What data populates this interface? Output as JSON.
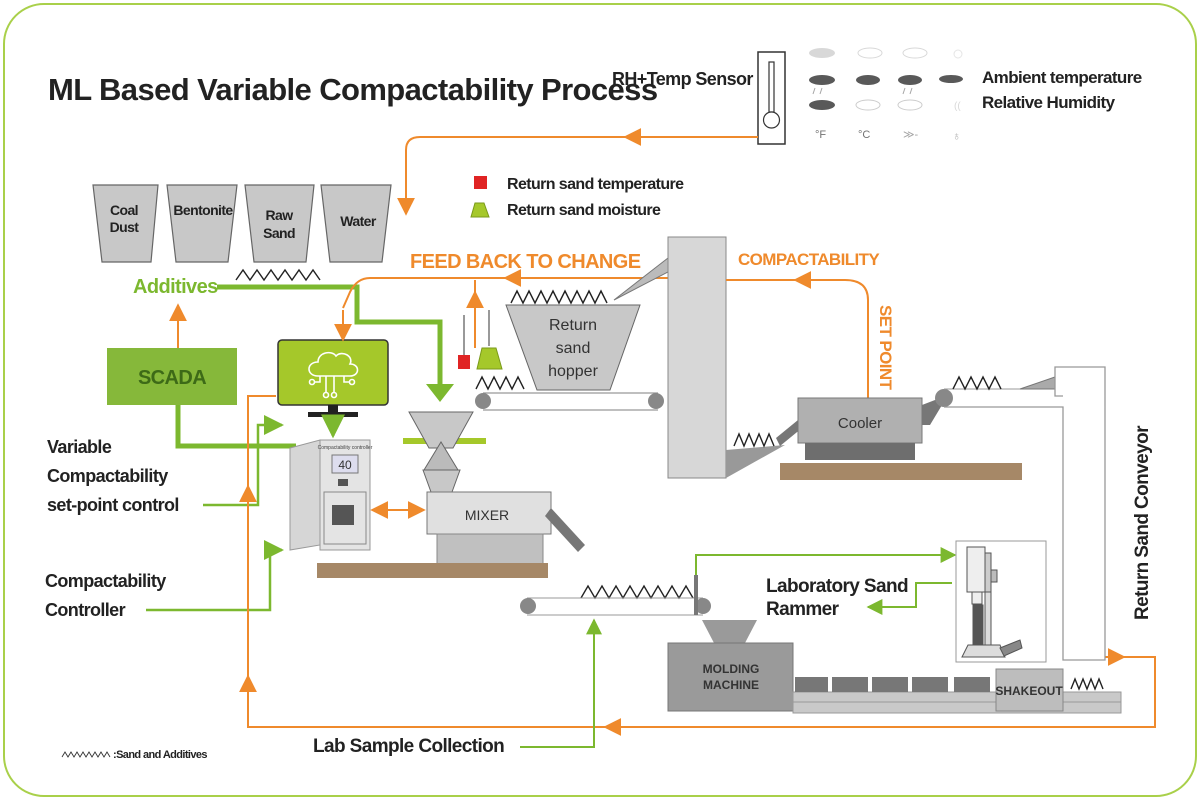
{
  "title": "ML Based Variable Compactability Process",
  "sensor": {
    "label": "RH+Temp Sensor",
    "readouts": [
      "Ambient  temperature",
      "Relative Humidity"
    ]
  },
  "legend": {
    "return_sand_temperature": "Return sand temperature",
    "return_sand_moisture": "Return sand moisture",
    "sand_and_additives": ":Sand and Additives"
  },
  "bins": [
    {
      "line1": "Coal",
      "line2": "Dust"
    },
    {
      "line1": "Bentonite",
      "line2": ""
    },
    {
      "line1": "Raw",
      "line2": "Sand"
    },
    {
      "line1": "Water",
      "line2": ""
    }
  ],
  "labels": {
    "additives": "Additives",
    "scada": "SCADA",
    "feedback": "FEED BACK TO CHANGE",
    "compactability": "COMPACTABILITY",
    "set_point": "SET POINT",
    "hopper": [
      "Return",
      "sand",
      "hopper"
    ],
    "cooler": "Cooler",
    "mixer": "MIXER",
    "variable_control": [
      "Variable",
      "Compactability",
      "set-point control"
    ],
    "controller": [
      "Compactability",
      "Controller"
    ],
    "lab_rammer": [
      "Laboratory Sand",
      "Rammer"
    ],
    "molding": [
      "MOLDING",
      "MACHINE"
    ],
    "shakeout": "SHAKEOUT",
    "return_conveyor": "Return Sand Conveyor",
    "lab_sample": "Lab Sample Collection",
    "controller_display_value": "40",
    "controller_panel_title": "Compactability controller"
  },
  "colors": {
    "orange": "#ef8a2c",
    "green": "#7cb82f",
    "scada_green": "#86b83a",
    "monitor_green": "#a5c82a",
    "frame": "#a9d04a",
    "sensor_red": "#e02424",
    "floor_brown": "#a68867",
    "machine_gray": "#9a9a9a"
  }
}
